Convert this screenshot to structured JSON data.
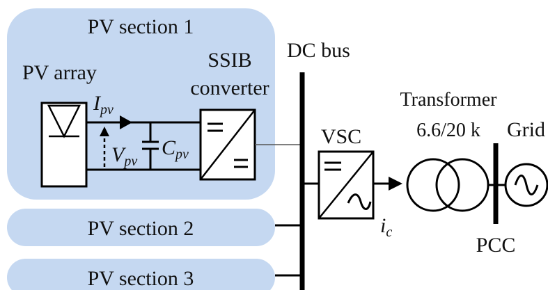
{
  "colors": {
    "section_fill": "#c5d8f1",
    "line": "#000000",
    "box_fill": "#ffffff"
  },
  "labels": {
    "pv_section_1": "PV section 1",
    "pv_section_2": "PV section 2",
    "pv_section_3": "PV section 3",
    "pv_array": "PV array",
    "ssib_line1": "SSIB",
    "ssib_line2": "converter",
    "dc_bus": "DC bus",
    "vsc": "VSC",
    "transformer": "Transformer",
    "transformer_rating": "6.6/20 k",
    "grid": "Grid",
    "pcc": "PCC"
  },
  "symbols": {
    "ipv_main": "I",
    "ipv_sub": "pv",
    "vpv_main": "V",
    "vpv_sub": "pv",
    "cpv_main": "C",
    "cpv_sub": "pv",
    "ic_main": "i",
    "ic_sub": "c"
  },
  "icons": {
    "pv_panel": "pv-panel-icon",
    "dc_dc_converter": "dc-dc-converter-icon",
    "inverter": "dc-ac-inverter-icon",
    "transformer": "transformer-icon",
    "ac_source": "ac-source-icon"
  }
}
